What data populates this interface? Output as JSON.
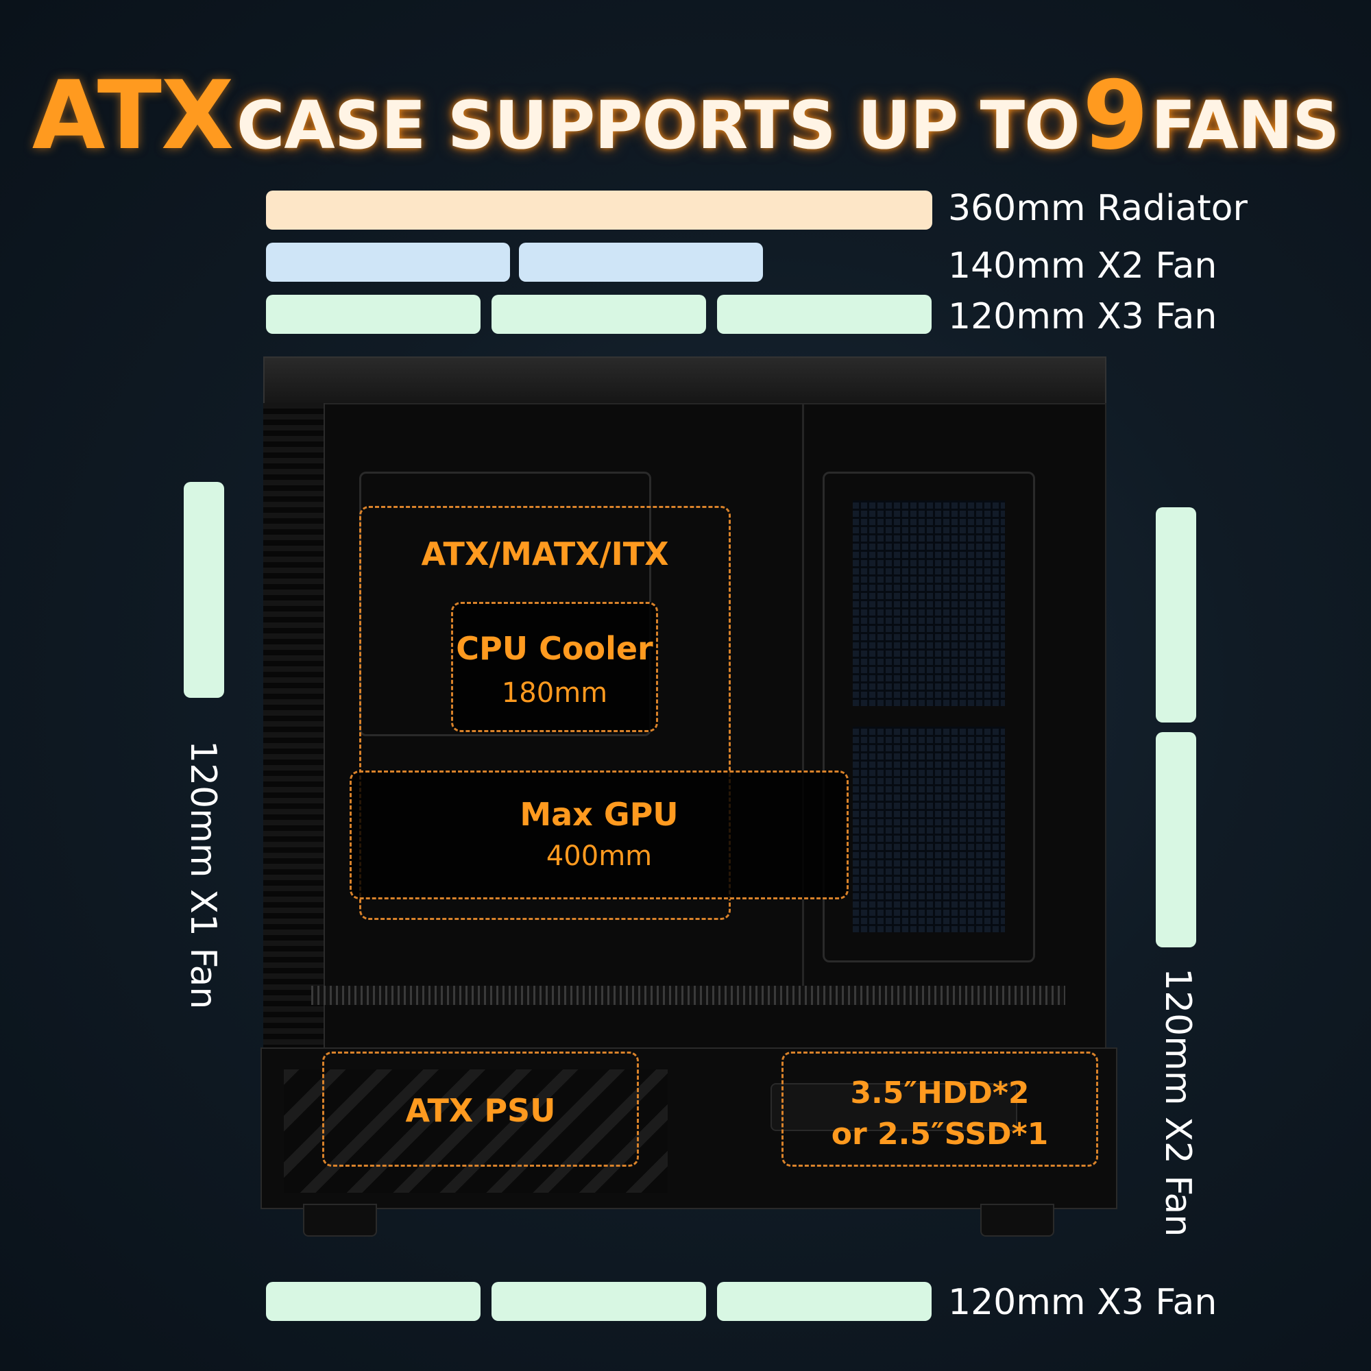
{
  "headline": {
    "accent_left": "ATX",
    "middle": "CASE SUPPORTS UP TO",
    "accent_number": "9",
    "right": "FANS"
  },
  "top_mounts": [
    {
      "label": "360mm Radiator"
    },
    {
      "label": "140mm X2 Fan"
    },
    {
      "label": "120mm X3 Fan"
    }
  ],
  "side_mounts": {
    "left": {
      "label": "120mm X1 Fan"
    },
    "right": {
      "label": "120mm X2 Fan"
    }
  },
  "bottom_mount": {
    "label": "120mm X3 Fan"
  },
  "zones": {
    "motherboard": {
      "title": "ATX/MATX/ITX"
    },
    "cpu_cooler": {
      "title": "CPU Cooler",
      "value": "180mm"
    },
    "gpu": {
      "title": "Max GPU",
      "value": "400mm"
    },
    "psu": {
      "title": "ATX PSU"
    },
    "storage": {
      "line1": "3.5″HDD*2",
      "line2": "or 2.5″SSD*1"
    }
  },
  "colors": {
    "accent": "#ff9a1f",
    "radiator_bar": "#fde6c7",
    "fan140_bar": "#cfe5f7",
    "fan120_bar": "#d8f7e3",
    "zone_border": "#d9822a"
  }
}
